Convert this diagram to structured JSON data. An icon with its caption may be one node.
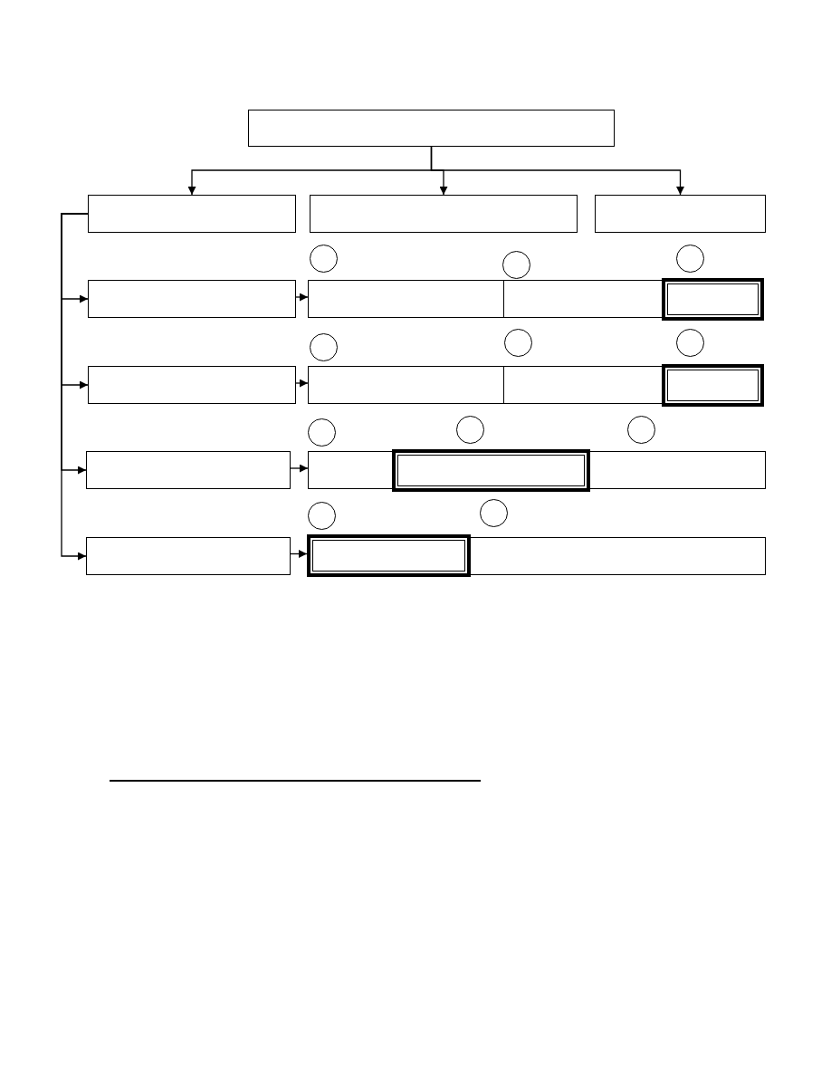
{
  "diagram": {
    "nodes": [
      {
        "text": [],
        "shape": "box"
      },
      {
        "text": [],
        "shape": "box"
      },
      {
        "text": [],
        "shape": "box"
      },
      {
        "text": [],
        "shape": "box"
      },
      {
        "text": [],
        "shape": "circle"
      },
      {
        "text": [],
        "shape": "circle"
      },
      {
        "text": [],
        "shape": "circle"
      },
      {
        "text": [],
        "shape": "box"
      },
      {
        "text": [],
        "shape": "box"
      },
      {
        "text": [],
        "shape": "box"
      },
      {
        "text": [],
        "shape": "box"
      },
      {
        "text": [],
        "shape": "circle"
      },
      {
        "text": [],
        "shape": "circle"
      },
      {
        "text": [],
        "shape": "circle"
      },
      {
        "text": [],
        "shape": "box"
      },
      {
        "text": [],
        "shape": "box"
      },
      {
        "text": [],
        "shape": "box"
      },
      {
        "text": [],
        "shape": "box"
      },
      {
        "text": [],
        "shape": "circle"
      },
      {
        "text": [],
        "shape": "circle"
      },
      {
        "text": [],
        "shape": "circle"
      },
      {
        "text": [],
        "shape": "box"
      },
      {
        "text": [],
        "shape": "box"
      },
      {
        "text": [],
        "shape": "box"
      },
      {
        "text": [],
        "shape": "box"
      },
      {
        "text": [],
        "shape": "circle"
      },
      {
        "text": [],
        "shape": "circle"
      },
      {
        "text": [],
        "shape": "box"
      },
      {
        "text": [],
        "shape": "box"
      },
      {
        "text": [],
        "shape": "box"
      }
    ],
    "edges": [
      {
        "from": 0,
        "to": 1,
        "arrow": "to"
      },
      {
        "from": 0,
        "to": 2,
        "arrow": "to"
      },
      {
        "from": 0,
        "to": 3,
        "arrow": "to"
      },
      {
        "from": 1,
        "to": 7,
        "arrow": "to"
      },
      {
        "from": 1,
        "to": 14,
        "arrow": "to"
      },
      {
        "from": 1,
        "to": 21,
        "arrow": "to"
      },
      {
        "from": 1,
        "to": 27,
        "arrow": "to"
      },
      {
        "from": 7,
        "to": 8,
        "arrow": "to"
      },
      {
        "from": 14,
        "to": 15,
        "arrow": "to"
      },
      {
        "from": 21,
        "to": 22,
        "arrow": "to"
      },
      {
        "from": 27,
        "to": 28,
        "arrow": "to"
      }
    ]
  }
}
